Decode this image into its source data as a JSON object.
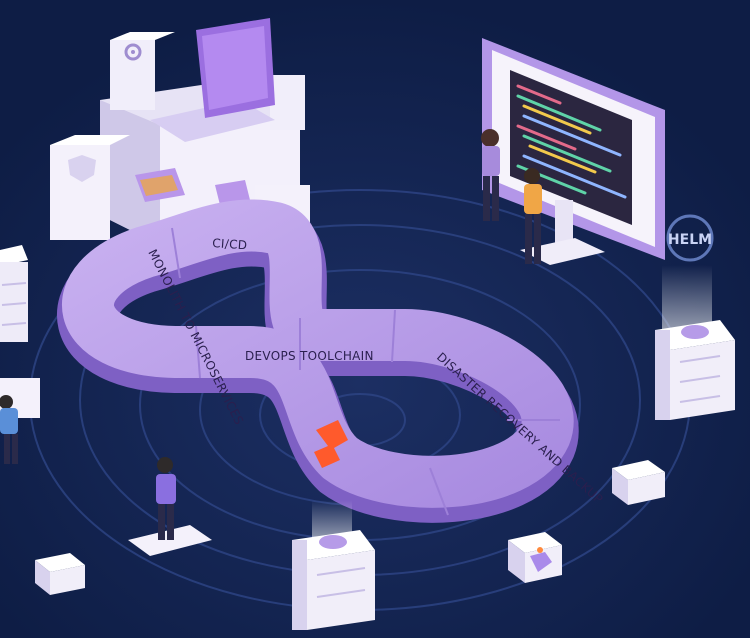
{
  "labels": {
    "cicd": "CI/CD",
    "monolith": "MONOLITH TO MICROSERVICES",
    "toolchain": "DEVOPS TOOLCHAIN",
    "disaster": "DISASTER RECOVERY AND BACKUP",
    "helm": "HELM"
  },
  "colors": {
    "background": "#0f1f4a",
    "loop": "#b79ae6",
    "loop_side": "#8d6fd0",
    "accent": "#ff5a2c",
    "screen_frame": "#b396e8"
  },
  "icons": [
    "gear-icon",
    "laptop-icon",
    "shield-icon",
    "helm-icon",
    "orange-logo-icon"
  ]
}
